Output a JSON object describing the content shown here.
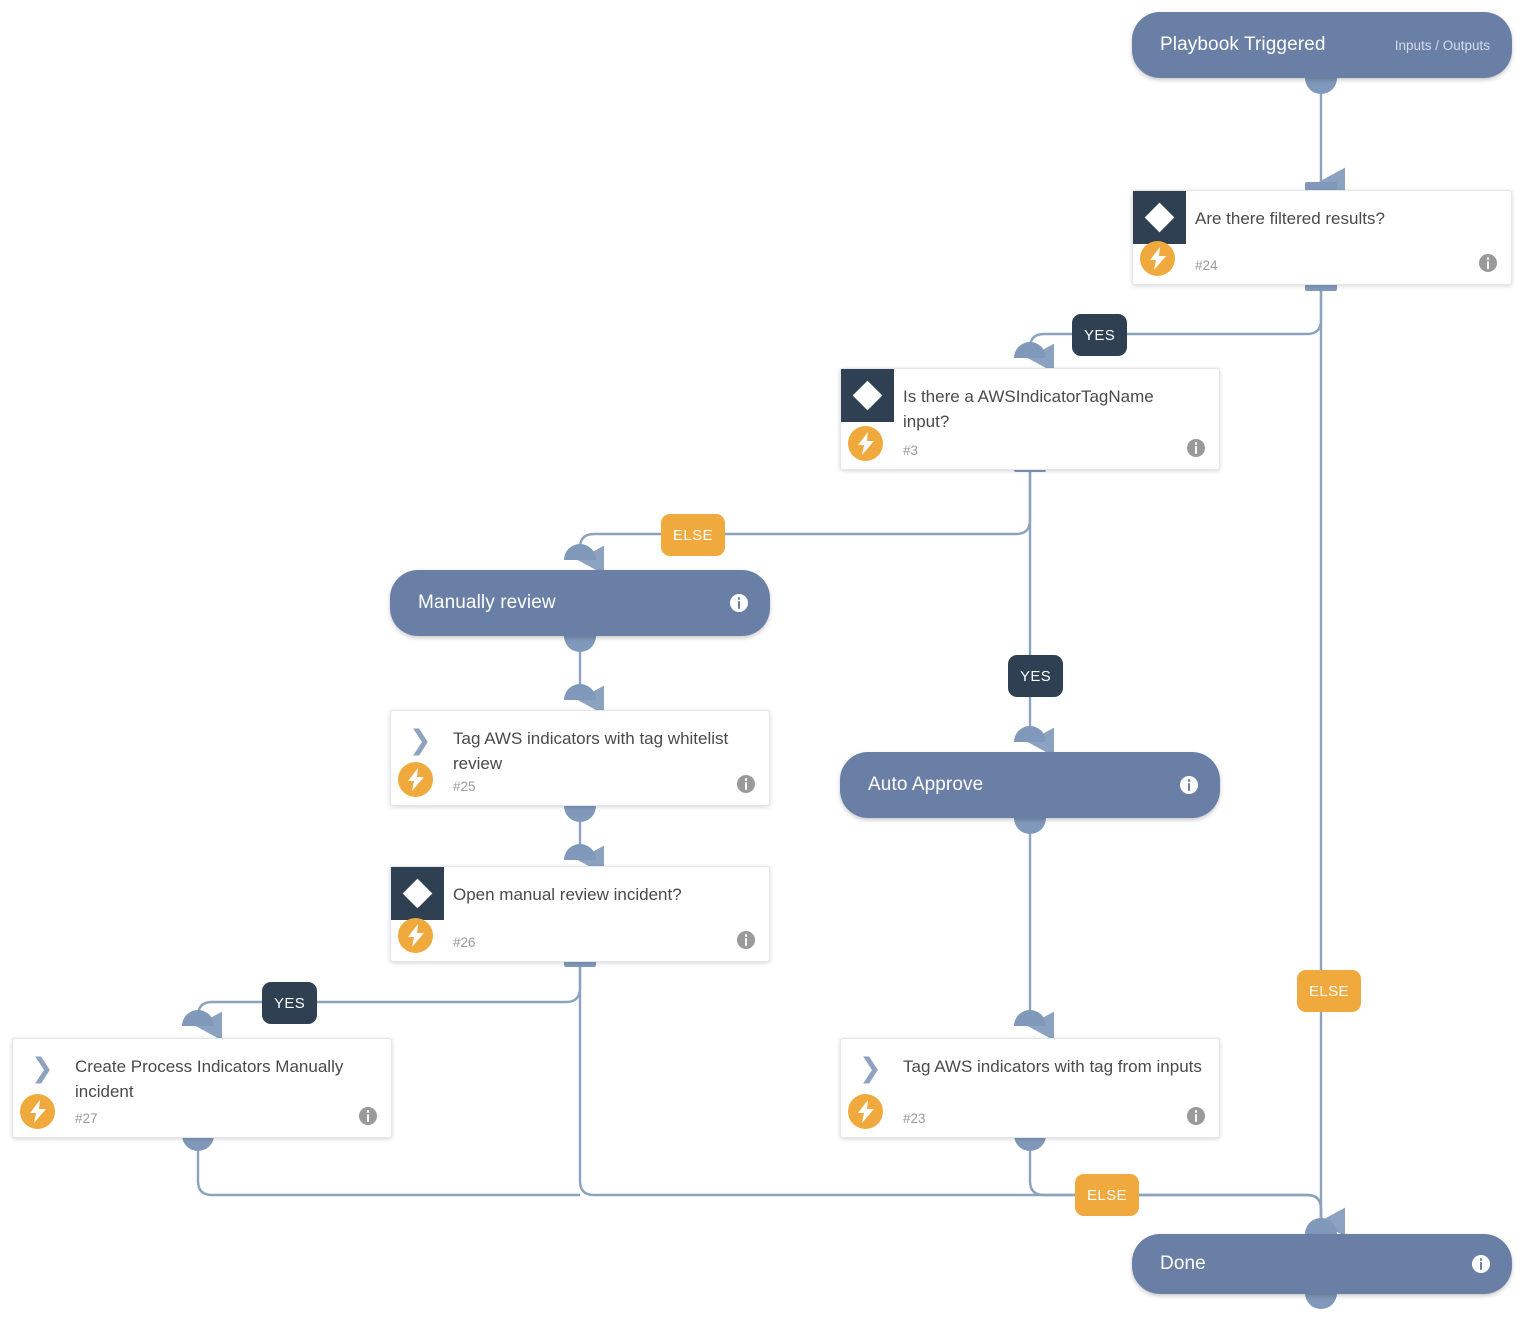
{
  "diagram": {
    "type": "playbook-workflow",
    "colors": {
      "pill": "#6a7fa5",
      "condition_marker": "#2e4052",
      "bolt_badge": "#f0a93c",
      "yes_chip": "#2e4052",
      "else_chip": "#efa93c",
      "edge": "#8ba3c0",
      "canvas": "#ffffff"
    },
    "nodes": [
      {
        "id": "start",
        "kind": "pill",
        "title": "Playbook Triggered",
        "subtitle": "Inputs / Outputs",
        "icon": "none"
      },
      {
        "id": "cond-24",
        "kind": "condition",
        "title": "Are there filtered results?",
        "number": "#24",
        "icon": "diamond-icon",
        "badge": "bolt-icon"
      },
      {
        "id": "cond-3",
        "kind": "condition",
        "title": "Is there a AWSIndicatorTagName input?",
        "number": "#3",
        "icon": "diamond-icon",
        "badge": "bolt-icon"
      },
      {
        "id": "section-manually-review",
        "kind": "pill",
        "title": "Manually review",
        "icon": "info-icon"
      },
      {
        "id": "task-25",
        "kind": "task",
        "title": "Tag AWS indicators with tag whitelist review",
        "number": "#25",
        "icon": "chevron-icon",
        "badge": "bolt-icon"
      },
      {
        "id": "cond-26",
        "kind": "condition",
        "title": "Open manual review incident?",
        "number": "#26",
        "icon": "diamond-icon",
        "badge": "bolt-icon"
      },
      {
        "id": "task-27",
        "kind": "task",
        "title": "Create Process Indicators Manually incident",
        "number": "#27",
        "icon": "chevron-icon",
        "badge": "bolt-icon"
      },
      {
        "id": "section-auto-approve",
        "kind": "pill",
        "title": "Auto Approve",
        "icon": "info-icon"
      },
      {
        "id": "task-23",
        "kind": "task",
        "title": "Tag AWS indicators with tag from inputs",
        "number": "#23",
        "icon": "chevron-icon",
        "badge": "bolt-icon"
      },
      {
        "id": "end",
        "kind": "pill",
        "title": "Done",
        "icon": "info-icon"
      }
    ],
    "edge_labels": [
      {
        "id": "yes-24",
        "text": "YES",
        "style": "yes"
      },
      {
        "id": "else-3",
        "text": "ELSE",
        "style": "else"
      },
      {
        "id": "yes-3",
        "text": "YES",
        "style": "yes"
      },
      {
        "id": "else-24",
        "text": "ELSE",
        "style": "else"
      },
      {
        "id": "yes-26",
        "text": "YES",
        "style": "yes"
      },
      {
        "id": "else-26",
        "text": "ELSE",
        "style": "else"
      }
    ]
  }
}
